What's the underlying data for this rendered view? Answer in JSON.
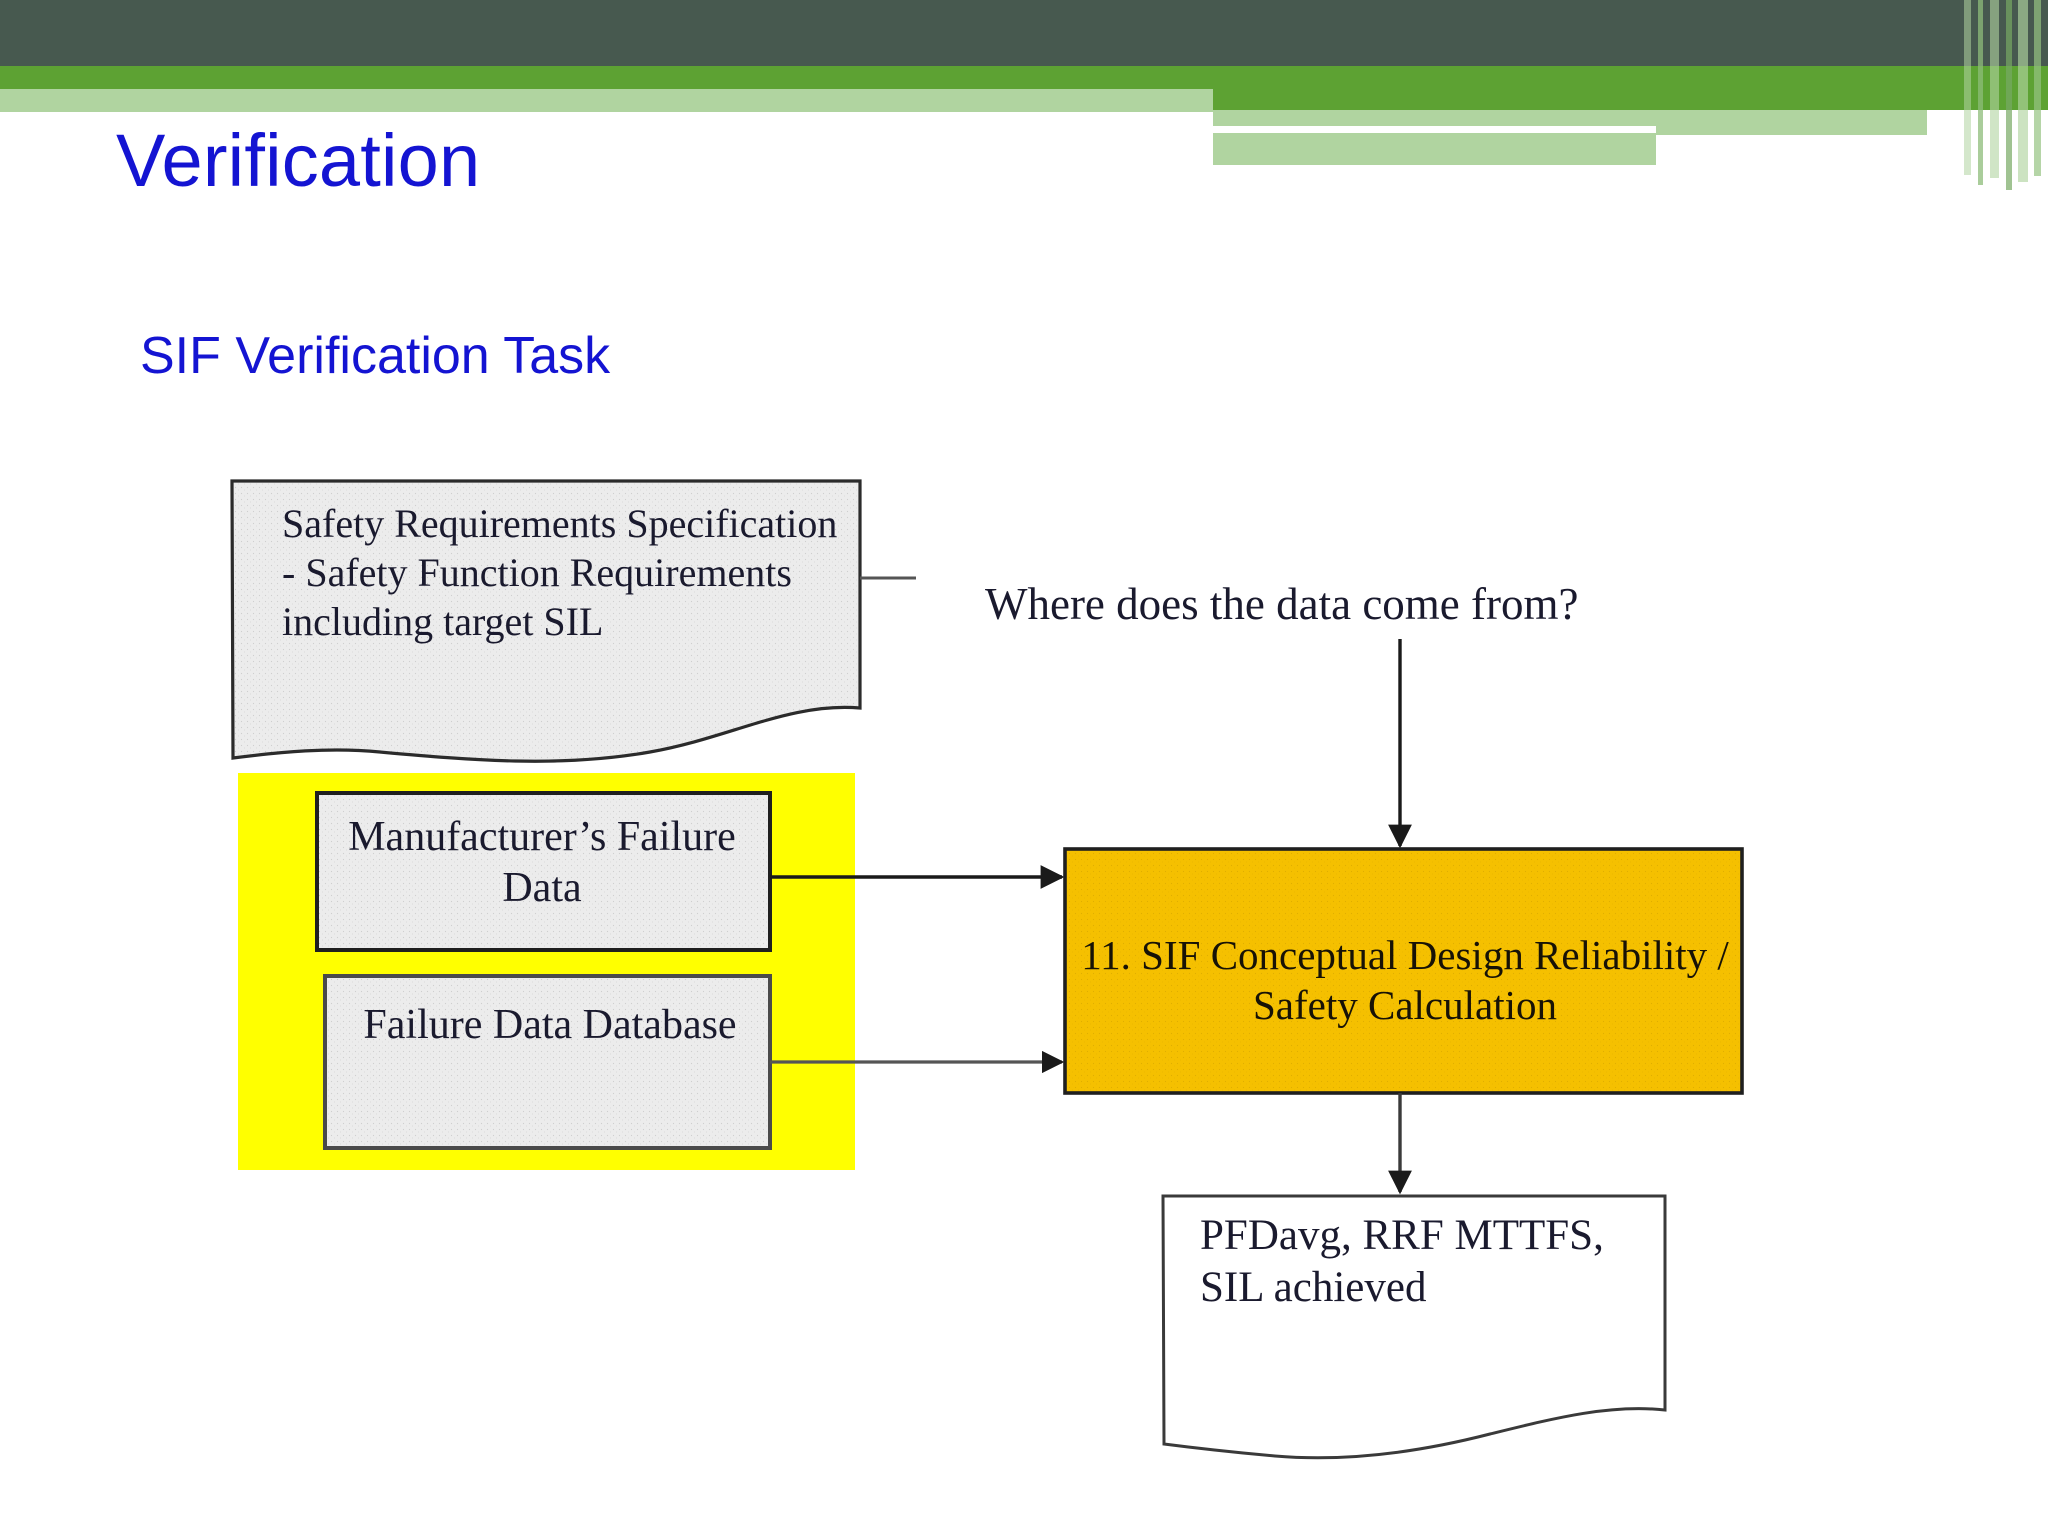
{
  "slide": {
    "title": "Verification",
    "subtitle": "SIF Verification Task",
    "title_color": "#1414d2",
    "theme": {
      "header_dark": "#47594f",
      "header_green": "#5da233",
      "header_light_green": "#b0d4a0"
    }
  },
  "diagram": {
    "srs_document": {
      "label": "Safety Requirements Specification - Safety Function Requirements including target SIL",
      "fill": "#ececec"
    },
    "question": "Where does the data come from?",
    "highlight_color": "#ffff00",
    "manufacturer_box": {
      "label": "Manufacturer’s Failure Data",
      "fill": "#ececec"
    },
    "database_box": {
      "label": "Failure Data Database",
      "fill": "#ececec"
    },
    "calculation_box": {
      "label": "11. SIF Conceptual Design Reliability / Safety Calculation",
      "fill": "#f5c000"
    },
    "output_document": {
      "label": "PFDavg, RRF MTTFS, SIL achieved",
      "fill": "#ffffff"
    },
    "connectors": [
      {
        "name": "srs-stub",
        "from": "srs_document",
        "to": "",
        "style": "line"
      },
      {
        "name": "question-to-calculation",
        "from": "question",
        "to": "calculation_box",
        "style": "arrow"
      },
      {
        "name": "manufacturer-to-calculation",
        "from": "manufacturer_box",
        "to": "calculation_box",
        "style": "arrow"
      },
      {
        "name": "database-to-calculation",
        "from": "database_box",
        "to": "calculation_box",
        "style": "arrow"
      },
      {
        "name": "calculation-to-output",
        "from": "calculation_box",
        "to": "output_document",
        "style": "arrow"
      }
    ]
  }
}
